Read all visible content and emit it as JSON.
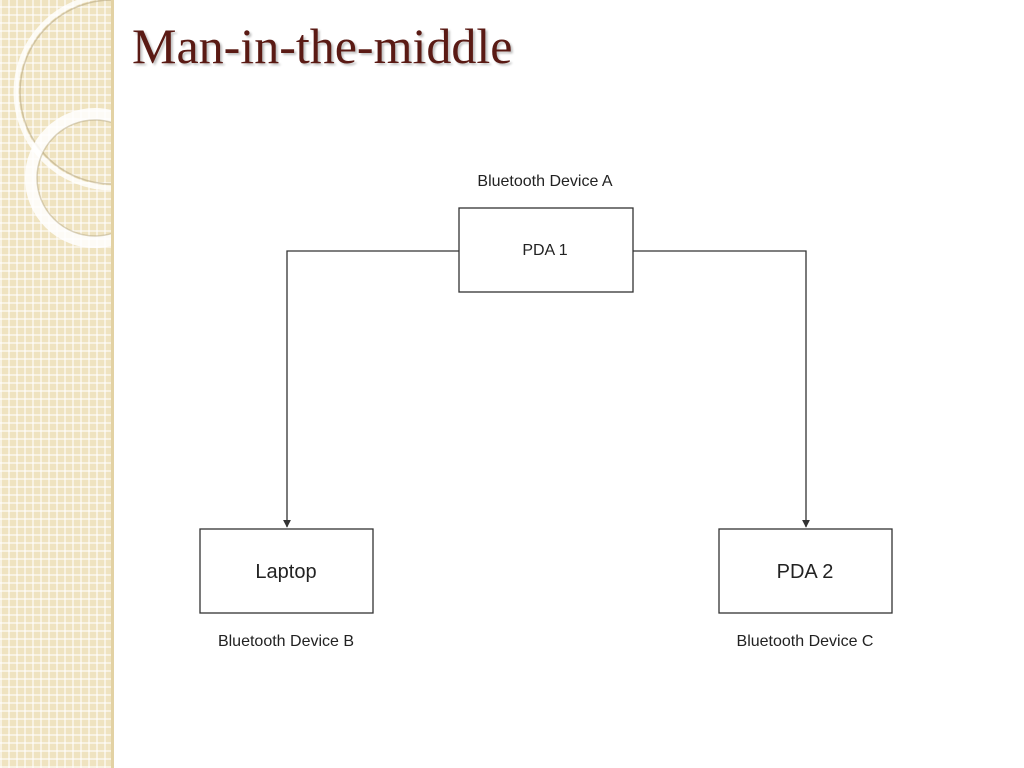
{
  "slide": {
    "title": "Man-in-the-middle"
  },
  "diagram": {
    "nodes": [
      {
        "id": "pda1",
        "label": "PDA 1",
        "caption": "Bluetooth Device A"
      },
      {
        "id": "laptop",
        "label": "Laptop",
        "caption": "Bluetooth Device B"
      },
      {
        "id": "pda2",
        "label": "PDA 2",
        "caption": "Bluetooth Device C"
      }
    ],
    "edges": [
      {
        "from": "pda1",
        "to": "laptop",
        "directed": true
      },
      {
        "from": "pda1",
        "to": "pda2",
        "directed": true
      }
    ]
  },
  "colors": {
    "title": "#5a1a14",
    "sidebar": "#efe3c0",
    "stroke": "#333333"
  }
}
